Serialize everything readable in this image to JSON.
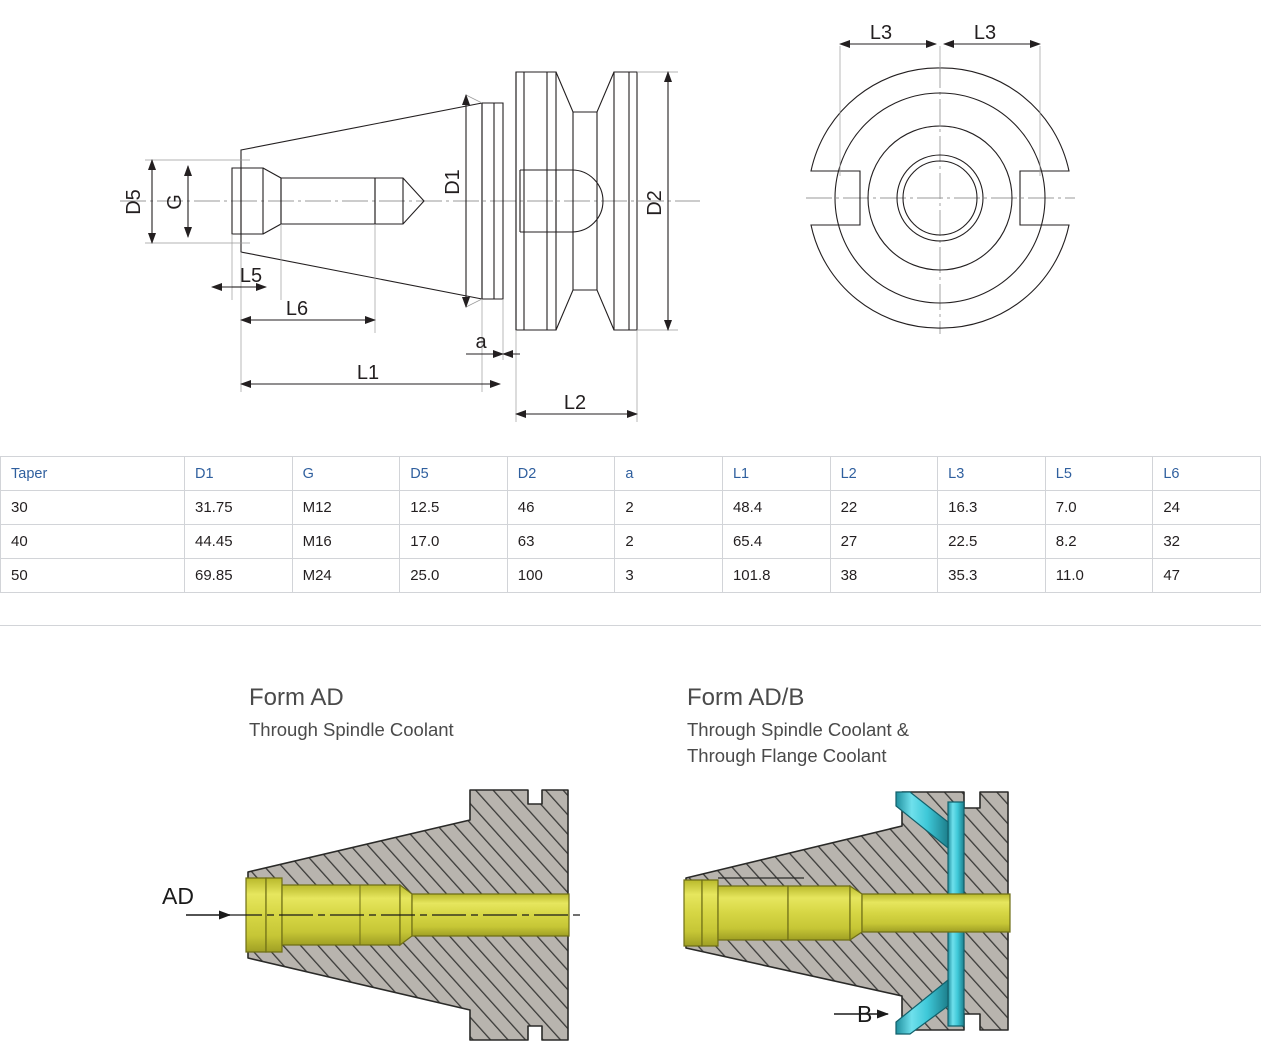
{
  "drawing": {
    "side_view": {
      "dimension_labels": [
        "D5",
        "G",
        "D1",
        "D2",
        "a",
        "L1",
        "L2",
        "L5",
        "L6"
      ]
    },
    "end_view": {
      "dimension_labels": [
        "L3",
        "L3"
      ]
    }
  },
  "table": {
    "headers": [
      "Taper",
      "D1",
      "G",
      "D5",
      "D2",
      "a",
      "L1",
      "L2",
      "L3",
      "L5",
      "L6"
    ],
    "rows": [
      [
        "30",
        "31.75",
        "M12",
        "12.5",
        "46",
        "2",
        "48.4",
        "22",
        "16.3",
        "7.0",
        "24"
      ],
      [
        "40",
        "44.45",
        "M16",
        "17.0",
        "63",
        "2",
        "65.4",
        "27",
        "22.5",
        "8.2",
        "32"
      ],
      [
        "50",
        "69.85",
        "M24",
        "25.0",
        "100",
        "3",
        "101.8",
        "38",
        "35.3",
        "11.0",
        "47"
      ]
    ],
    "header_color": "#2f5f9e",
    "border_color": "#d2d4d8"
  },
  "forms": [
    {
      "title": "Form AD",
      "subtitle_lines": [
        "Through Spindle Coolant"
      ],
      "callouts": [
        "AD"
      ]
    },
    {
      "title": "Form AD/B",
      "subtitle_lines": [
        "Through Spindle Coolant &",
        "Through Flange Coolant"
      ],
      "callouts": [
        "B"
      ]
    }
  ],
  "colors": {
    "line": "#231f20",
    "centerline": "#9a9a9a",
    "steel_hatch_fill": "#b8b4ae",
    "steel_hatch_line": "#3a3a38",
    "coolant_yellow": "#d8d848",
    "coolant_yellow_dark": "#a8a82c",
    "flange_coolant_cyan": "#3ec8d8",
    "flange_coolant_cyan_dark": "#1f8f9e",
    "text": "#4a4a4a"
  }
}
